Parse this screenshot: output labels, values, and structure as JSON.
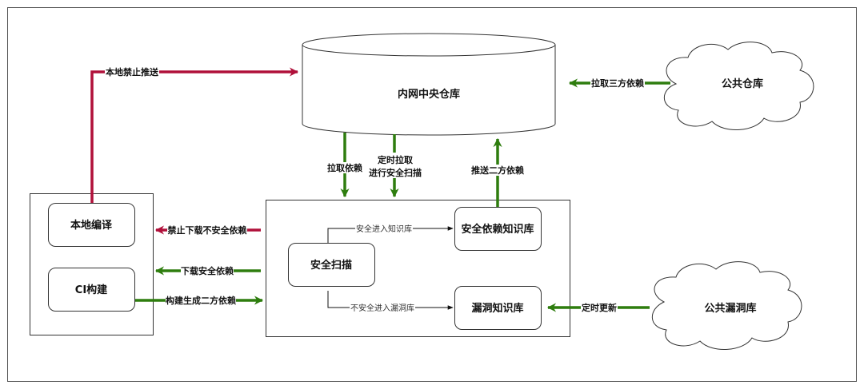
{
  "colors": {
    "green": "#2e7d0e",
    "red": "#b0103a",
    "stroke": "#333333",
    "frame": "#555555"
  },
  "nodes": {
    "central_repo": "内网中央仓库",
    "public_repo": "公共仓库",
    "local_build": "本地编译",
    "ci_build": "CI构建",
    "security_scan": "安全扫描",
    "safe_kb": "安全依赖知识库",
    "vuln_kb": "漏洞知识库",
    "public_vuln_db": "公共漏洞库"
  },
  "edges": {
    "local_push_forbidden": "本地禁止推送",
    "pull_third_party": "拉取三方依赖",
    "pull_deps": "拉取依赖",
    "scheduled_pull_line1": "定时拉取",
    "scheduled_pull_line2": "进行安全扫描",
    "push_second_party": "推送二方依赖",
    "forbid_unsafe_download": "禁止下载不安全依赖",
    "download_safe": "下载安全依赖",
    "build_second_party": "构建生成二方依赖",
    "safe_to_kb": "安全进入知识库",
    "unsafe_to_vuln": "不安全进入漏洞库",
    "scheduled_update": "定时更新"
  }
}
